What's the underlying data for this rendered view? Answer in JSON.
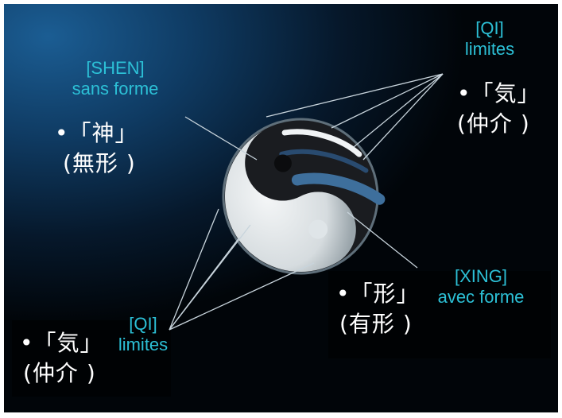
{
  "colors": {
    "label": "#2cc0d6",
    "text": "#ffffff",
    "bg_dark": "#010509",
    "bg_light": "#1b5d93"
  },
  "labels": {
    "shen": {
      "tag": "[SHEN]",
      "desc": "sans forme"
    },
    "qi_top": {
      "tag": "[QI]",
      "desc": "limites"
    },
    "xing": {
      "tag": "[XING]",
      "desc": "avec forme"
    },
    "qi_bottom": {
      "tag": "[QI]",
      "desc": "limites"
    }
  },
  "terms": {
    "shen": {
      "line1": "•「神」",
      "line2": "(無形 )"
    },
    "qi_top": {
      "line1": "•「気」",
      "line2": "(仲介 )"
    },
    "xing": {
      "line1": "•「形」",
      "line2": "(有形 )"
    },
    "qi_bottom": {
      "line1": "•「気」",
      "line2": "(仲介 )"
    }
  }
}
